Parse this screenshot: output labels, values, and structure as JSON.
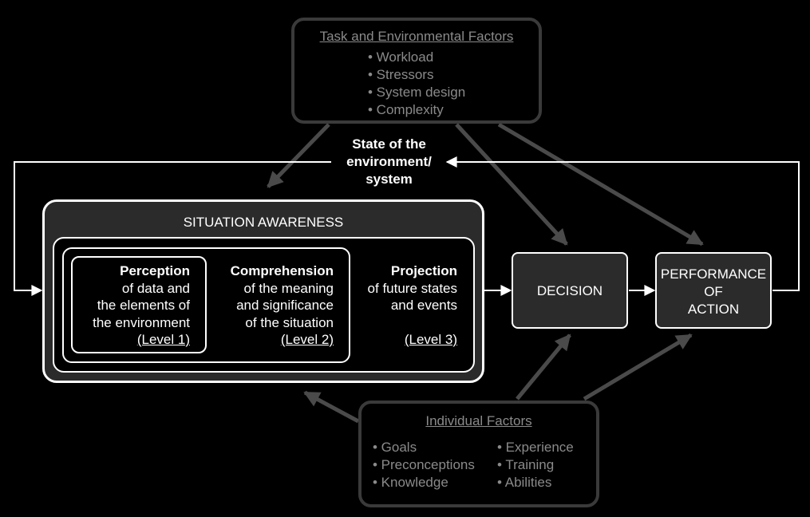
{
  "task_factors": {
    "title": "Task and Environmental Factors",
    "items": [
      "• Workload",
      "• Stressors",
      "• System design",
      "• Complexity"
    ]
  },
  "state_label": "State of the environment/ system",
  "situation_awareness": {
    "title": "SITUATION AWARENESS",
    "perception": {
      "heading": "Perception",
      "lines": [
        "of data and",
        "the elements of",
        "the environment"
      ],
      "level": "(Level 1)"
    },
    "comprehension": {
      "heading": "Comprehension",
      "lines": [
        "of the meaning",
        "and significance",
        "of the situation"
      ],
      "level": "(Level 2)"
    },
    "projection": {
      "heading": "Projection",
      "lines": [
        "of future states",
        "and events"
      ],
      "level": "(Level 3)"
    }
  },
  "decision": {
    "label": "DECISION"
  },
  "performance": {
    "lines": [
      "PERFORMANCE",
      "OF",
      "ACTION"
    ]
  },
  "individual_factors": {
    "title": "Individual Factors",
    "left_items": [
      "• Goals",
      "• Preconceptions",
      "• Knowledge"
    ],
    "right_items": [
      "• Experience",
      "• Training",
      "• Abilities"
    ]
  },
  "colors": {
    "background": "#000000",
    "box_fill": "#2b2b2b",
    "factor_border": "#3a3a3a",
    "factor_text": "#8a8a8a",
    "influence_arrow": "#4a4a4a"
  }
}
